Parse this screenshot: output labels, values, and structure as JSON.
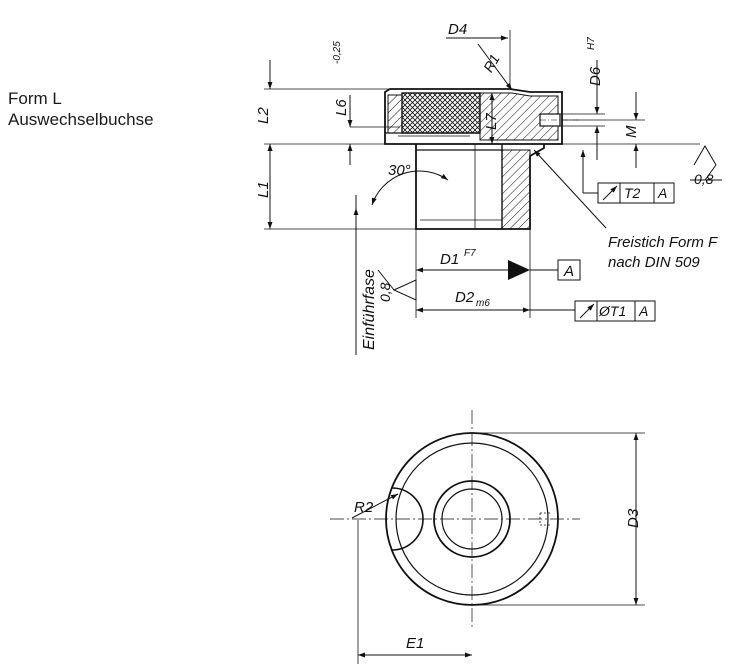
{
  "caption": {
    "line1": "Form L",
    "line2": "Auswechselbuchse"
  },
  "labels": {
    "d4": "D4",
    "r1": "R1",
    "l6": "L6",
    "l6_tol": "-0,25",
    "l2": "L2",
    "l7": "L7",
    "d6": "D6",
    "d6_tol": "H7",
    "m": "M",
    "angle": "30°",
    "l1": "L1",
    "t2": "T2",
    "datum_a": "A",
    "roughness": "0,8",
    "roughness_left": "0,8",
    "freistich_1": "Freistich Form F",
    "freistich_2": "nach DIN 509",
    "d1": "D1",
    "d1_tol": "F7",
    "einfuhrfase": "Einführfase",
    "d2": "D2",
    "d2_tol": "m6",
    "t1": "ØT1",
    "r2": "R2",
    "d3": "D3",
    "e1": "E1"
  },
  "icons": [
    "runout-arrow-icon",
    "roughness-triangle-icon",
    "datum-triangle-icon"
  ]
}
